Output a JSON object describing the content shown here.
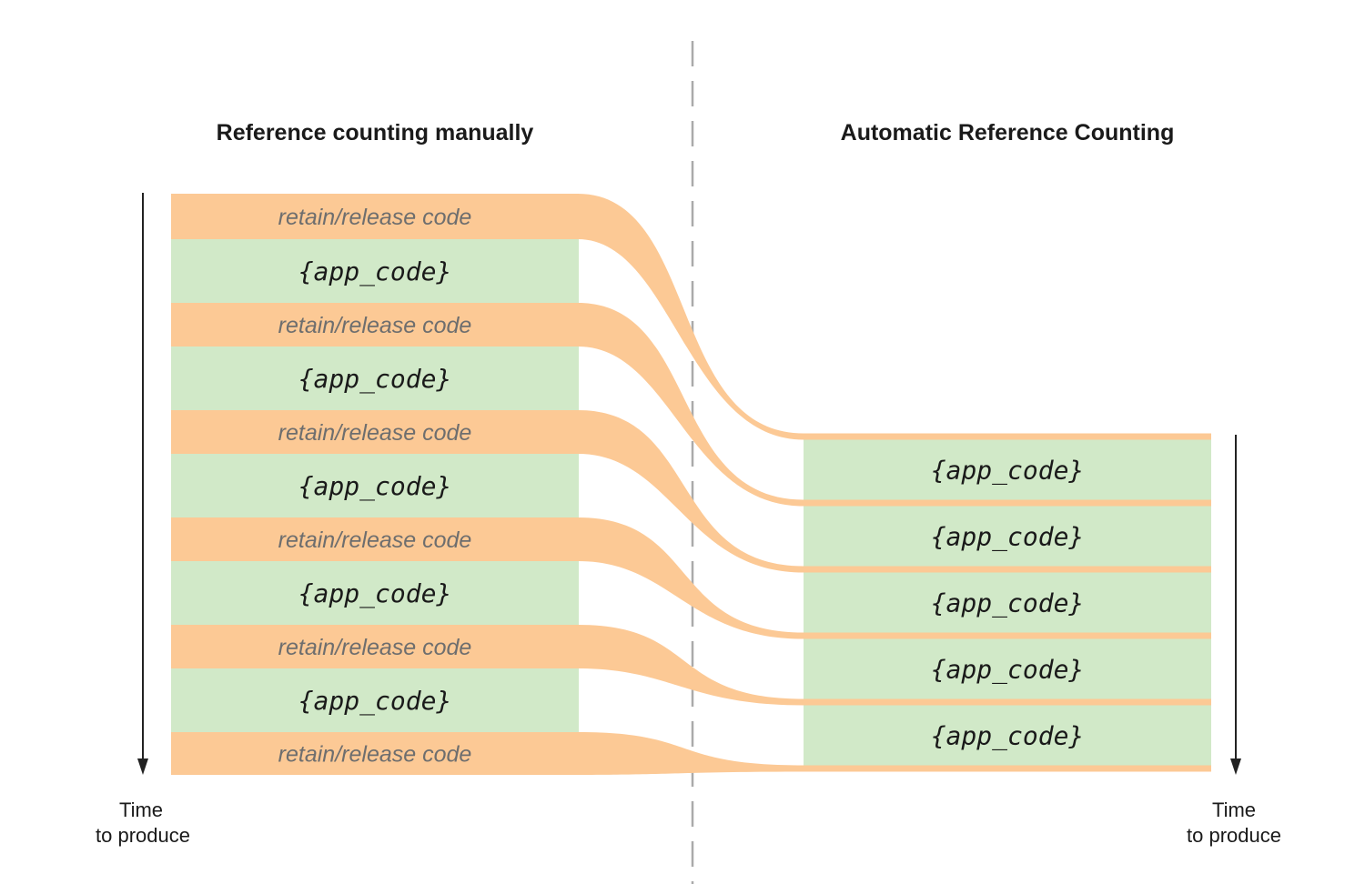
{
  "titles": {
    "left": "Reference counting manually",
    "right": "Automatic Reference Counting"
  },
  "labels": {
    "retain_release": "retain/release code",
    "app_code": "{app_code}"
  },
  "axis": {
    "time_line1": "Time",
    "time_line2": "to produce"
  },
  "left_column": {
    "blocks": [
      "retain/release",
      "app_code",
      "retain/release",
      "app_code",
      "retain/release",
      "app_code",
      "retain/release",
      "app_code",
      "retain/release",
      "app_code",
      "retain/release"
    ]
  },
  "right_column": {
    "app_code_blocks": 5
  },
  "colors": {
    "orange": "#fcc995",
    "green": "#d1e9c8",
    "rr_text": "#6e6e6e",
    "divider": "#aaaaaa",
    "arrow": "#222222"
  }
}
